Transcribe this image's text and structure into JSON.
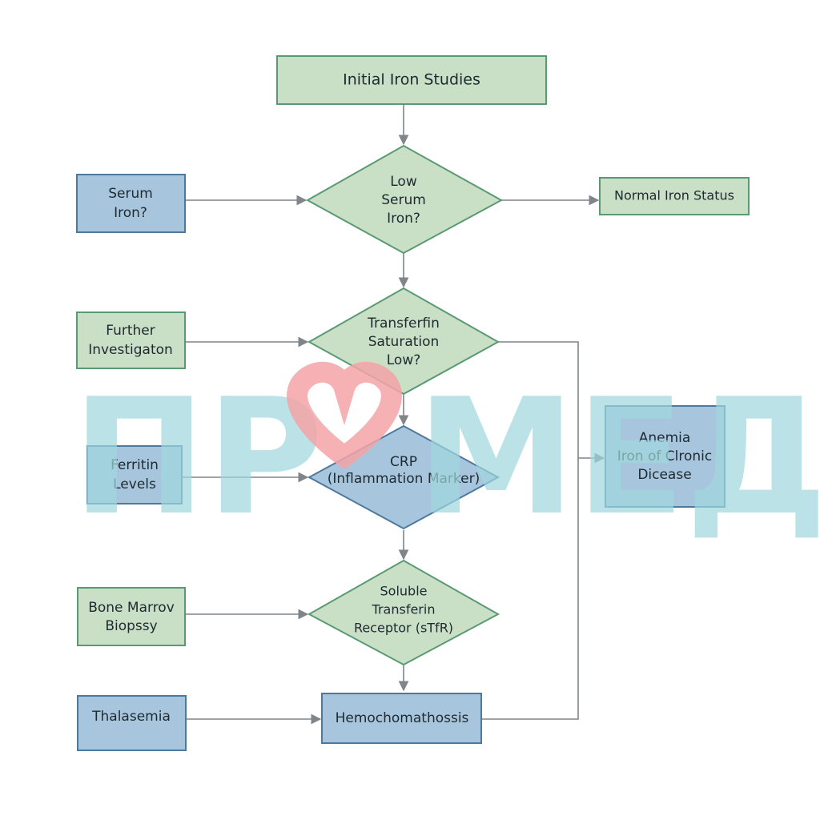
{
  "colors": {
    "green_fill": "#c9dfc6",
    "green_stroke": "#5a9a72",
    "blue_fill": "#a7c6de",
    "blue_stroke": "#4d7a9c",
    "edge": "#7f8588",
    "text": "#1f2a30",
    "watermark": "#9fd8dd",
    "watermark_heart": "#f3a3a6"
  },
  "nodes": {
    "initial": "Initial Iron Studies",
    "low_serum": [
      "Low",
      "Serum",
      "Iron?"
    ],
    "serum_iron": [
      "Serum",
      "Iron?"
    ],
    "normal_status": "Normal Iron Status",
    "transferrin_sat": [
      "Transferfin",
      "Saturation",
      "Low?"
    ],
    "further": [
      "Further",
      "Investigaton"
    ],
    "crp": [
      "CRP",
      "(Inflammation Marker)"
    ],
    "ferritin": [
      "Ferritin",
      "Levels"
    ],
    "anemia": [
      "Anemia",
      "Iron of Clronic",
      "Dicease"
    ],
    "stfr": [
      "Soluble",
      "Transferin",
      "Receptor (sTfR)"
    ],
    "bone_marrow": [
      "Bone Marrov",
      "Biopssy"
    ],
    "thalasemia": "Thalasemia",
    "hemochromatosis": "Hemochomathossis"
  },
  "watermark": {
    "left": "ПР",
    "right": "МЕД",
    "icon": "heart-icon"
  }
}
